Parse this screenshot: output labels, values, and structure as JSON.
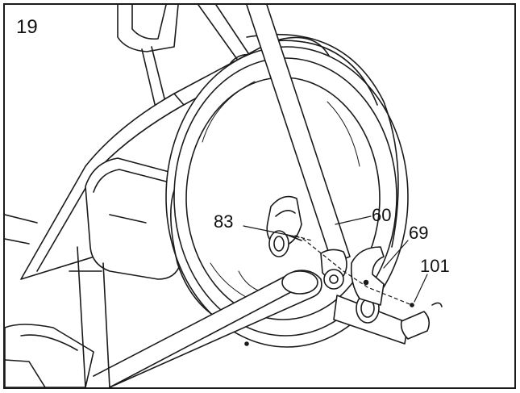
{
  "step": {
    "number": "19"
  },
  "callouts": {
    "c83": "83",
    "c60": "60",
    "c69": "69",
    "c101": "101"
  },
  "colors": {
    "line": "#1a1a1a",
    "background": "#ffffff",
    "shade": "#e8e8e8"
  }
}
